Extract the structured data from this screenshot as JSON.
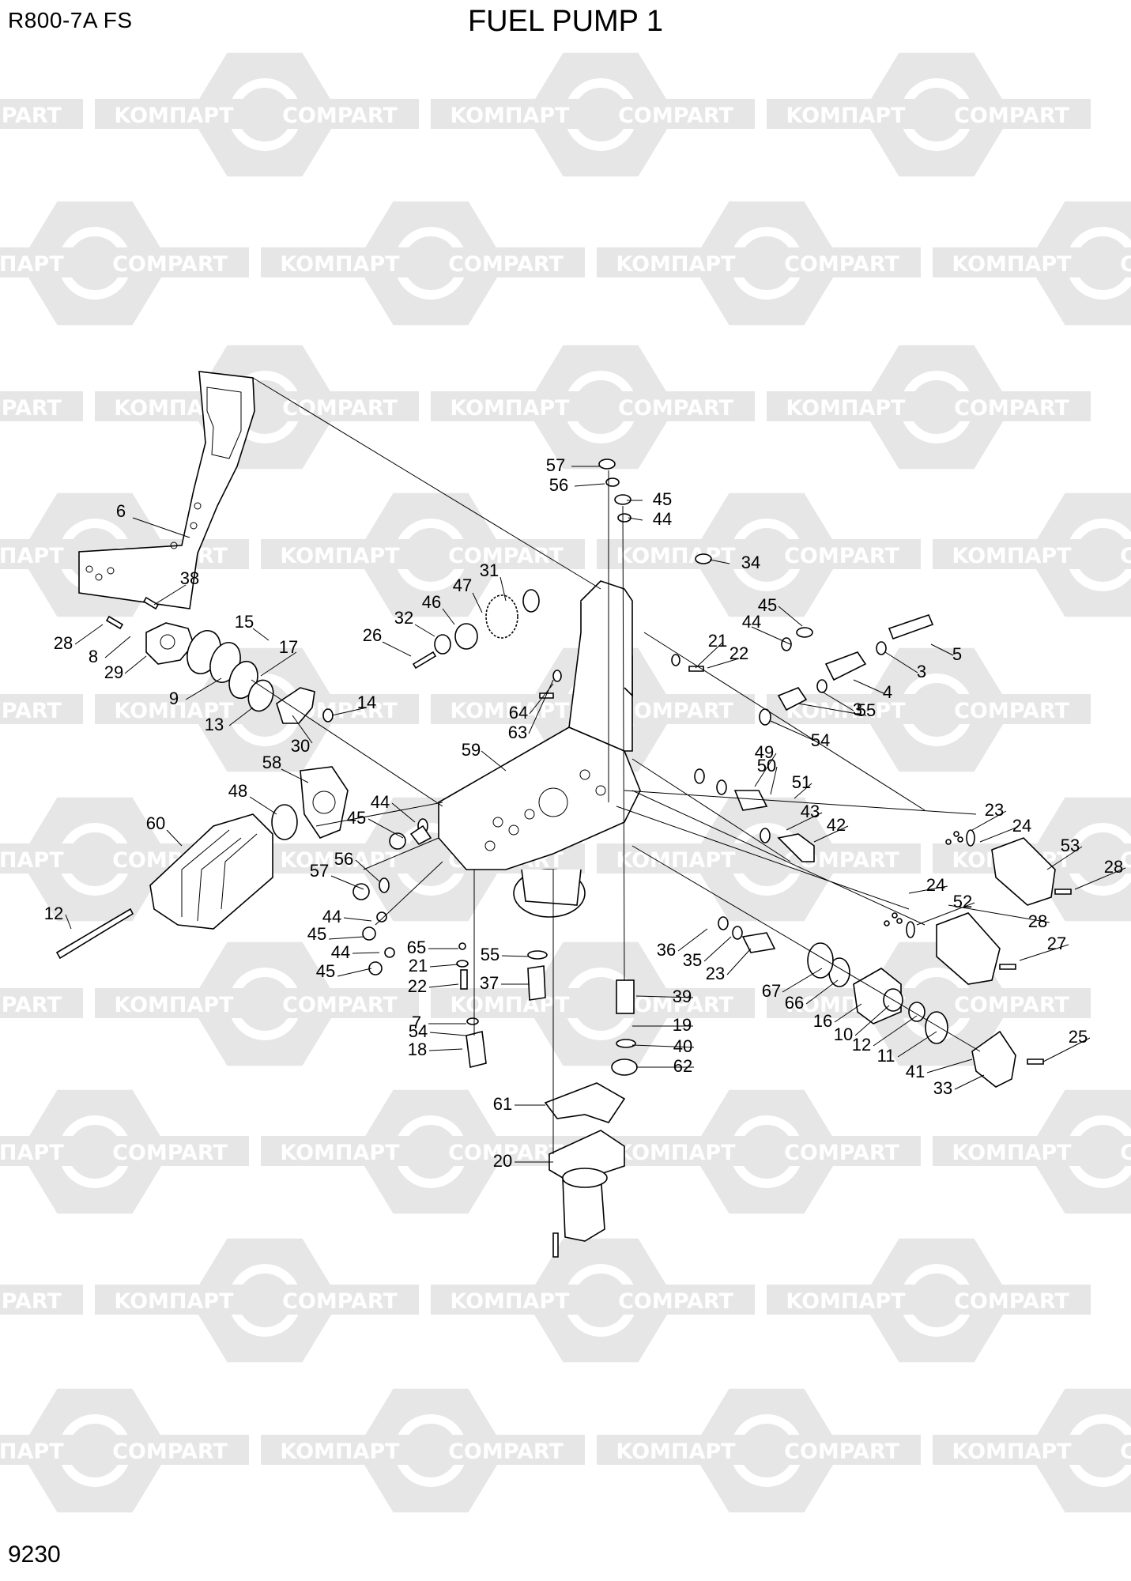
{
  "header": {
    "model": "R800-7A  FS",
    "title": "FUEL PUMP 1",
    "page_number": "9230"
  },
  "watermark": {
    "text_left": "KOMПАРТ",
    "text_right": "COMPART",
    "color": "#e6e6e6"
  },
  "callouts": [
    "57",
    "56",
    "45",
    "44",
    "34",
    "6",
    "38",
    "31",
    "47",
    "46",
    "32",
    "26",
    "15",
    "28",
    "8",
    "29",
    "17",
    "9",
    "13",
    "14",
    "30",
    "21",
    "22",
    "45",
    "44",
    "5",
    "3",
    "4",
    "3",
    "55",
    "54",
    "64",
    "63",
    "59",
    "58",
    "48",
    "45",
    "44",
    "49",
    "50",
    "51",
    "43",
    "42",
    "23",
    "24",
    "53",
    "28",
    "60",
    "56",
    "57",
    "44",
    "45",
    "44",
    "45",
    "65",
    "21",
    "22",
    "54",
    "55",
    "37",
    "36",
    "35",
    "23",
    "24",
    "52",
    "28",
    "27",
    "12",
    "67",
    "66",
    "16",
    "10",
    "12",
    "11",
    "41",
    "33",
    "25",
    "39",
    "7",
    "19",
    "40",
    "18",
    "62",
    "61",
    "20"
  ]
}
